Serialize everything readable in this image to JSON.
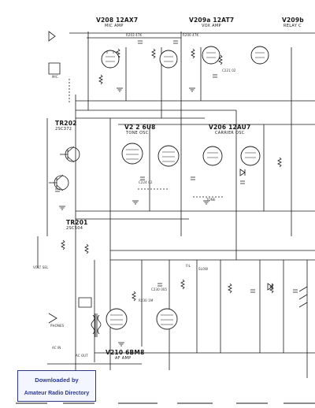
{
  "tubes": {
    "v208": {
      "name": "V208 12AX7",
      "role": "MIC AMP"
    },
    "v209a": {
      "name": "V209a 12AT7",
      "role": "VOX AMP"
    },
    "v209b": {
      "name": "V209b",
      "role": "RELAY C"
    },
    "v2": {
      "name": "V2 2 6U8",
      "role": "TONE OSC"
    },
    "v206": {
      "name": "V206 12AU7",
      "role": "CARRIER OSC"
    },
    "v210": {
      "name": "V210 6BM8",
      "role": "AF AMP"
    }
  },
  "transistors": {
    "tr202": {
      "name": "TR202",
      "type": "2SC372"
    },
    "tr201": {
      "name": "TR201",
      "type": "2SC504"
    }
  },
  "labels": {
    "volt_selector": "VOLT SEL",
    "phones": "PHONES",
    "ac_in": "AC IN",
    "ac_out": "AC OUT",
    "tone": "TONE",
    "mic": "MIC",
    "r203": "R203 47K",
    "r206": "R206 47K",
    "c221": "C221 02",
    "c224": "C224 02",
    "c230": "C230 005",
    "r230": "R230 1M",
    "fil": "FIL",
    "slow": "SLOW"
  },
  "watermark": {
    "line1": "Downloaded by",
    "line2": "Amateur Radio Directory",
    "accent": "#2b3a8a"
  }
}
